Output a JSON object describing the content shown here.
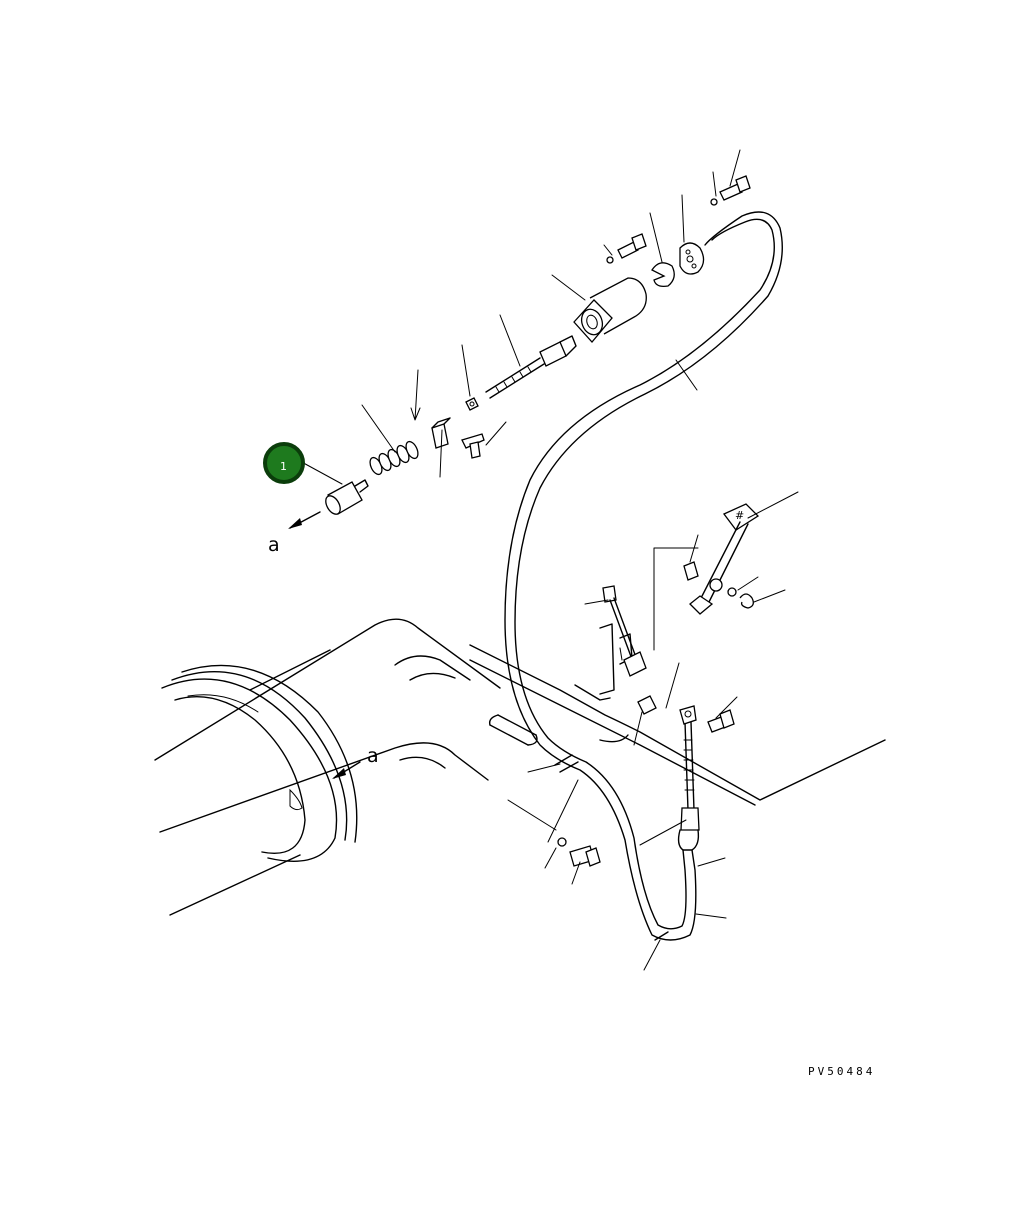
{
  "diagram": {
    "callout": {
      "number": "1",
      "fill": "#1e7a1e",
      "ring": "#0b3d0b"
    },
    "view_labels": {
      "arrow_a_upper": "a",
      "arrow_a_lower": "a"
    },
    "drawing_code": "PV50484",
    "colors": {
      "line": "#000000",
      "background": "#ffffff"
    }
  }
}
